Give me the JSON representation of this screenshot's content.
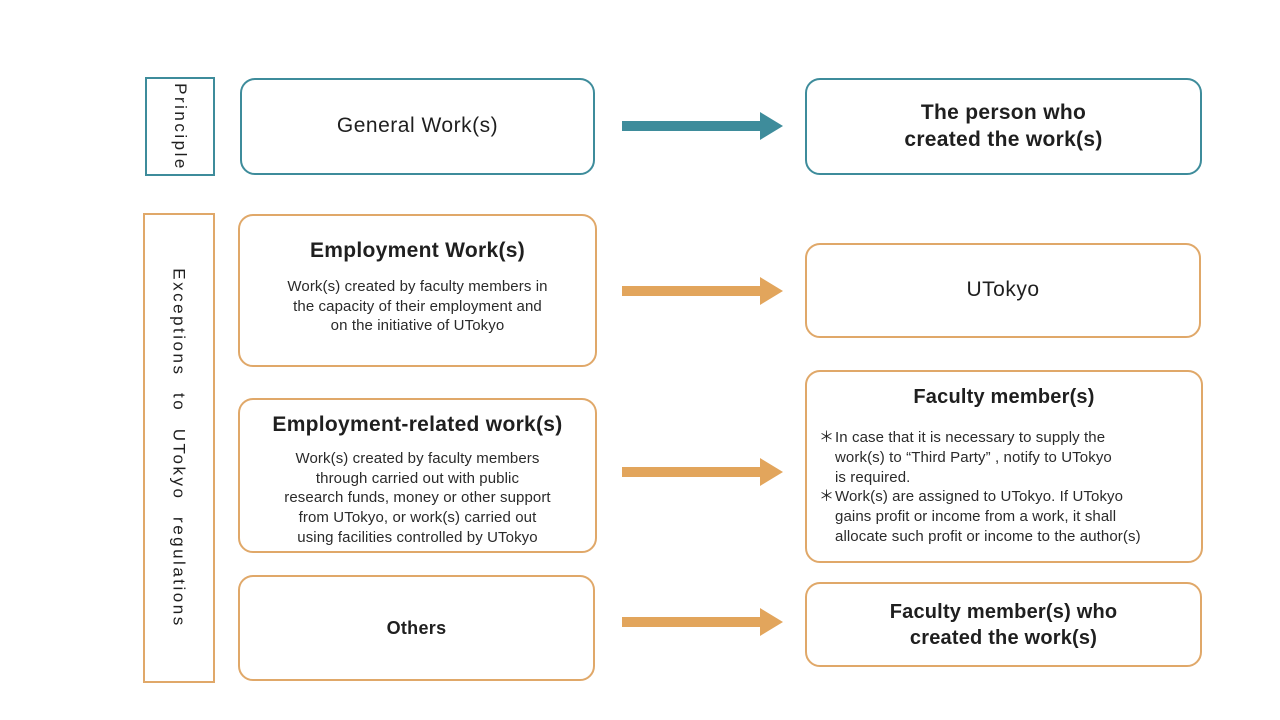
{
  "colors": {
    "teal": "#3E8C9B",
    "orange_border": "#E0A869",
    "orange_arrow": "#E2A55C",
    "teal_arrow": "#3E8C9B",
    "text": "#1f1f1f",
    "bg": "#ffffff"
  },
  "principle_section": {
    "label": "Principle",
    "source": "General Work(s)",
    "target": "The person who\ncreated the work(s)"
  },
  "exceptions_section": {
    "label": "Exceptions to UTokyo regulations",
    "employment": {
      "title": "Employment Work(s)",
      "body": "Work(s) created by faculty members in\nthe capacity of their employment and\non the initiative of UTokyo",
      "target": "UTokyo"
    },
    "employment_related": {
      "title": "Employment-related work(s)",
      "body": "Work(s) created by faculty members\nthrough carried out with public\nresearch funds, money or other support\nfrom UTokyo, or work(s) carried out\nusing facilities controlled by UTokyo"
    },
    "faculty": {
      "title": "Faculty member(s)",
      "bullet": "＊",
      "notes": [
        "In case that it is necessary to supply the\nwork(s) to “Third Party” , notify to UTokyo\nis required.",
        "Work(s) are assigned to UTokyo. If UTokyo\ngains profit or income from a work, it shall\nallocate such profit or income to the author(s)"
      ]
    },
    "others": {
      "title": "Others",
      "target": "Faculty member(s) who\ncreated the work(s)"
    }
  }
}
